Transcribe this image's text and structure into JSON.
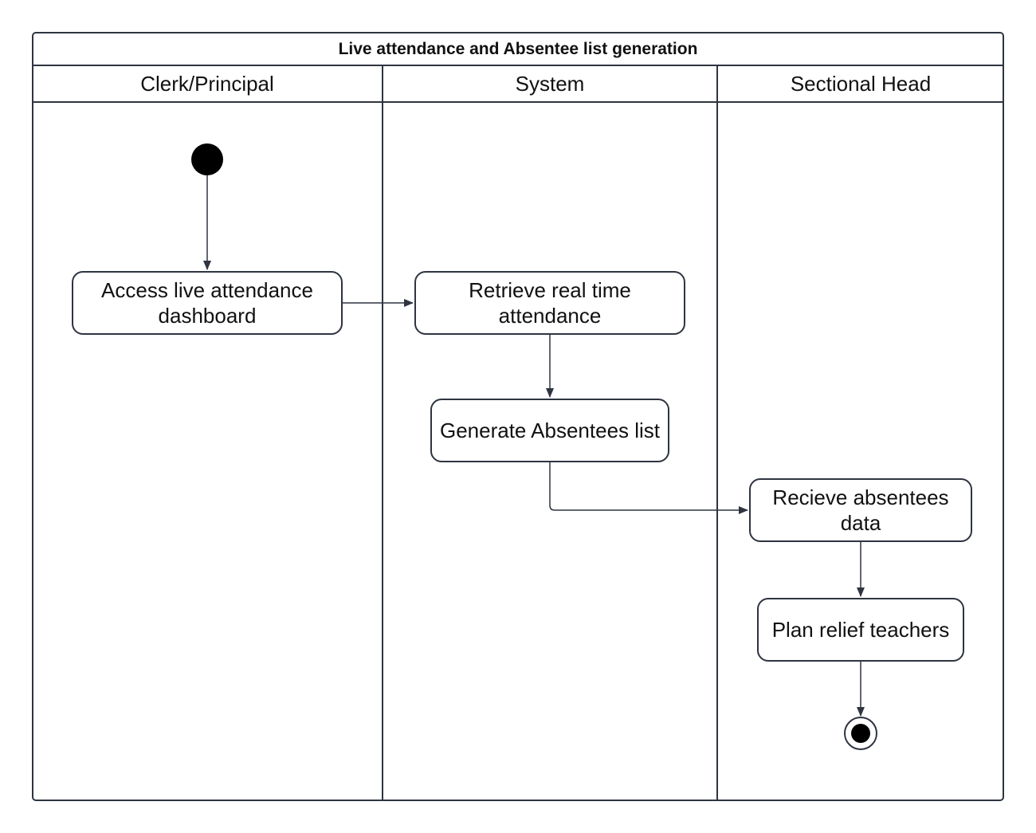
{
  "diagram": {
    "title": "Live attendance and Absentee list generation",
    "lanes": [
      {
        "id": "clerk",
        "label": "Clerk/Principal"
      },
      {
        "id": "system",
        "label": "System"
      },
      {
        "id": "sectional",
        "label": "Sectional Head"
      }
    ],
    "nodes": {
      "start": {
        "type": "initial",
        "lane": "clerk"
      },
      "access_dashboard": {
        "type": "action",
        "lane": "clerk",
        "label": "Access live attendance dashboard"
      },
      "retrieve_attendance": {
        "type": "action",
        "lane": "system",
        "label": "Retrieve real time attendance"
      },
      "generate_list": {
        "type": "action",
        "lane": "system",
        "label": "Generate Absentees list"
      },
      "receive_data": {
        "type": "action",
        "lane": "sectional",
        "label": "Recieve absentees data"
      },
      "plan_relief": {
        "type": "action",
        "lane": "sectional",
        "label": "Plan relief teachers"
      },
      "end": {
        "type": "final",
        "lane": "sectional"
      }
    },
    "edges": [
      {
        "from": "start",
        "to": "access_dashboard"
      },
      {
        "from": "access_dashboard",
        "to": "retrieve_attendance"
      },
      {
        "from": "retrieve_attendance",
        "to": "generate_list"
      },
      {
        "from": "generate_list",
        "to": "receive_data"
      },
      {
        "from": "receive_data",
        "to": "plan_relief"
      },
      {
        "from": "plan_relief",
        "to": "end"
      }
    ],
    "colors": {
      "line": "#2e3440",
      "fill": "#ffffff",
      "marker": "#000000"
    }
  }
}
